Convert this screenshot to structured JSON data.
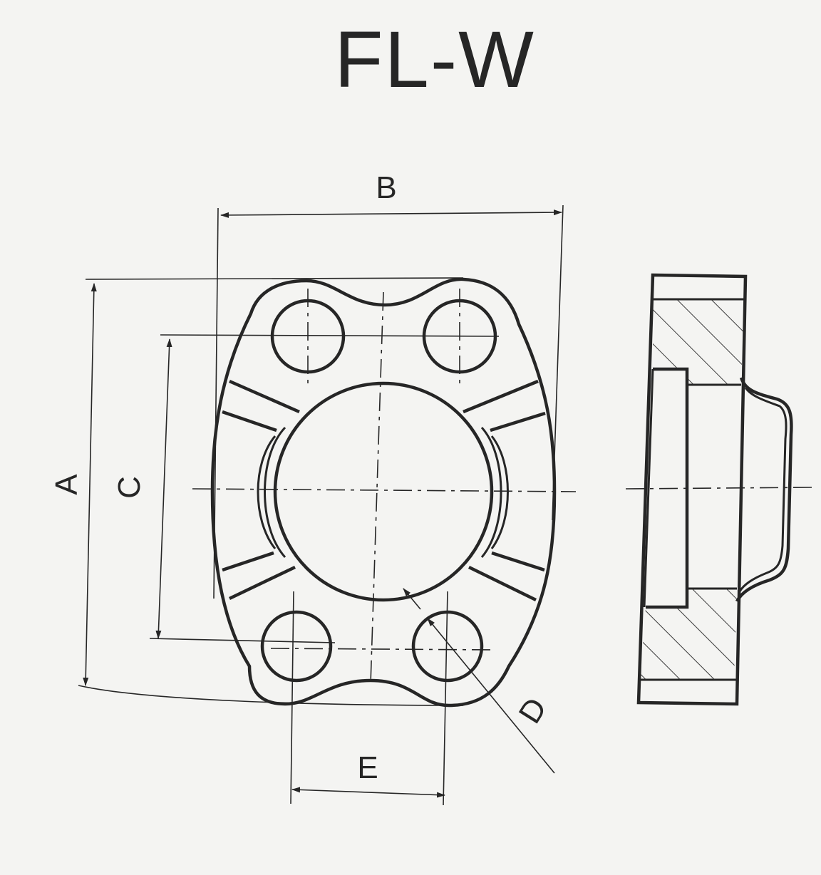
{
  "title": "FL-W",
  "dimension_labels": {
    "a": "A",
    "b": "B",
    "c": "C",
    "d": "D",
    "e": "E"
  },
  "colors": {
    "ink": "#262626",
    "paper": "#f4f4f2"
  }
}
